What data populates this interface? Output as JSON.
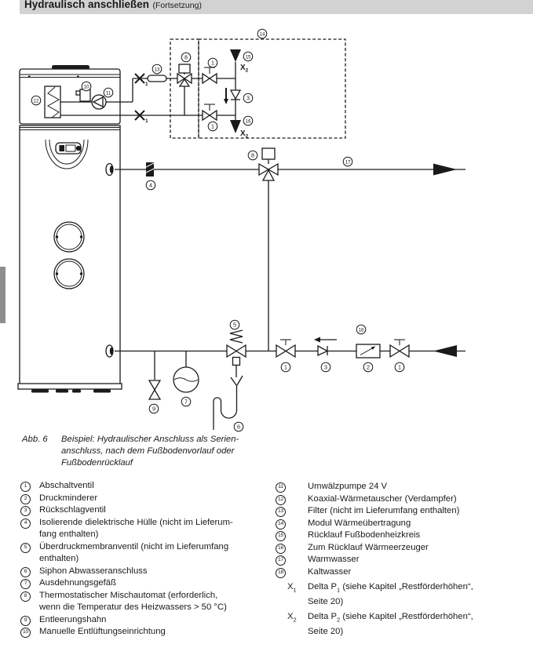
{
  "header": {
    "title": "Hydraulisch anschließen",
    "continuation": "(Fortsetzung)"
  },
  "figure": {
    "caption_label": "Abb. 6",
    "caption_line1": "Beispiel: Hydraulischer Anschluss als Serien-",
    "caption_line2": "anschluss, nach dem Fußbodenvorlauf oder",
    "caption_line3": "Fußbodenrücklauf"
  },
  "callouts": {
    "n1": "1",
    "n2": "2",
    "n3": "3",
    "n4": "4",
    "n5": "5",
    "n6": "6",
    "n7": "7",
    "n8": "8",
    "n9": "9",
    "n10": "10",
    "n11": "11",
    "n12": "12",
    "n13": "13",
    "n14": "14",
    "n15": "15",
    "n16": "16",
    "n17": "17",
    "n18": "18",
    "x": "X",
    "sub1": "1",
    "sub2": "2"
  },
  "legend_left": [
    {
      "num": "1",
      "line1": "Abschaltventil"
    },
    {
      "num": "2",
      "line1": "Druckminderer"
    },
    {
      "num": "3",
      "line1": "Rückschlagventil"
    },
    {
      "num": "4",
      "line1": "Isolierende dielektrische Hülle (nicht im Lieferum-",
      "line2": "fang enthalten)"
    },
    {
      "num": "5",
      "line1": "Überdruckmembranventil (nicht im Lieferumfang",
      "line2": "enthalten)"
    },
    {
      "num": "6",
      "line1": "Siphon Abwasseranschluss"
    },
    {
      "num": "7",
      "line1": "Ausdehnungsgefäß"
    },
    {
      "num": "8",
      "line1": "Thermostatischer Mischautomat (erforderlich,",
      "line2": "wenn die Temperatur des Heizwassers > 50 °C)"
    },
    {
      "num": "9",
      "line1": "Entleerungshahn"
    },
    {
      "num": "10",
      "line1": "Manuelle Entlüftungseinrichtung"
    }
  ],
  "legend_right": [
    {
      "num": "11",
      "line1": "Umwälzpumpe 24 V"
    },
    {
      "num": "12",
      "line1": "Koaxial-Wärmetauscher (Verdampfer)"
    },
    {
      "num": "13",
      "line1": "Filter (nicht im Lieferumfang enthalten)"
    },
    {
      "num": "14",
      "line1": "Modul Wärmeübertragung"
    },
    {
      "num": "15",
      "line1": "Rücklauf Fußbodenheizkreis"
    },
    {
      "num": "16",
      "line1": "Zum Rücklauf Wärmeerzeuger"
    },
    {
      "num": "17",
      "line1": "Warmwasser"
    },
    {
      "num": "18",
      "line1": "Kaltwasser"
    }
  ],
  "legend_x": [
    {
      "base": "X",
      "sub": "1",
      "text_pre": "Delta P",
      "text_sub": "1",
      "text_post": " (siehe Kapitel „Restförderhöhen“,",
      "line2": "Seite 20)"
    },
    {
      "base": "X",
      "sub": "2",
      "text_pre": "Delta P",
      "text_sub": "2",
      "text_post": " (siehe Kapitel „Restförderhöhen“,",
      "line2": "Seite 20)"
    }
  ]
}
